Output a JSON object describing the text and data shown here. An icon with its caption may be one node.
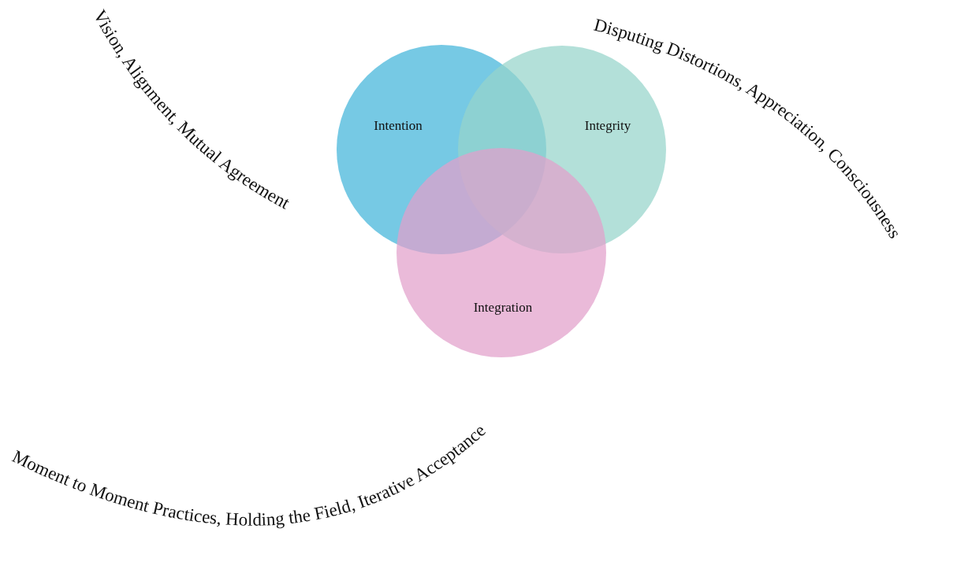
{
  "diagram": {
    "nodes": [
      {
        "text": [
          "Intention"
        ]
      },
      {
        "text": [
          "Integrity"
        ]
      },
      {
        "text": [
          "Integration"
        ]
      }
    ],
    "labels": [
      "Vision, Alignment, Mutual Agreement",
      "Disputing Distortions, Appreciation, Consciousness",
      "Moment to Moment Practices, Holding the Field, Iterative Acceptance"
    ]
  }
}
